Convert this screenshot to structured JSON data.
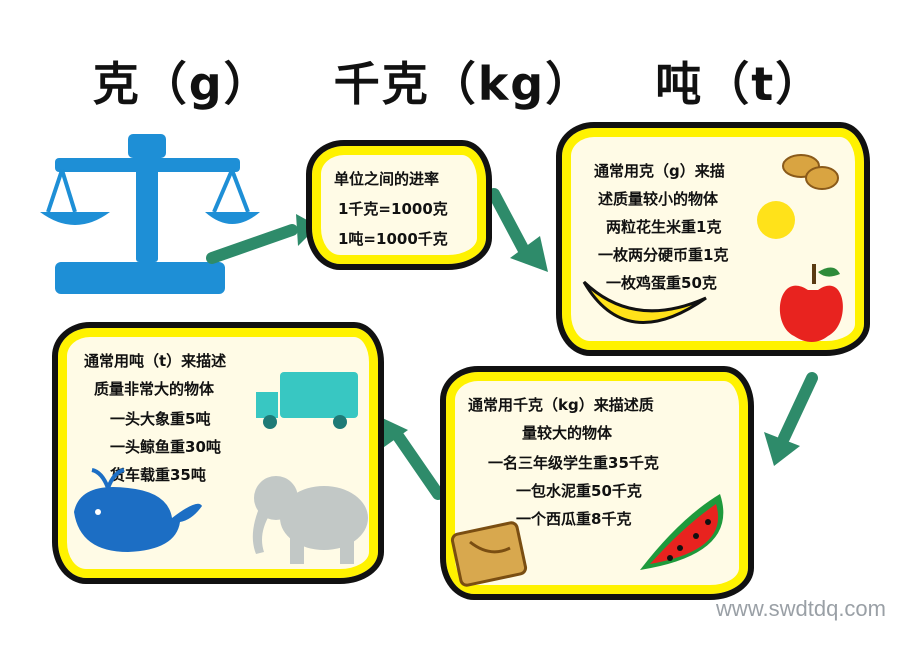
{
  "title": {
    "part1": "克（g）",
    "part2": "千克（kg）",
    "part3": "吨（t）"
  },
  "box_conversion": {
    "line1": "单位之间的进率",
    "line2": "1千克=1000克",
    "line3": "1吨=1000千克"
  },
  "box_gram": {
    "line1": "通常用克（g）来描",
    "line2": "述质量较小的物体",
    "line3": "两粒花生米重1克",
    "line4": "一枚两分硬币重1克",
    "line5": "一枚鸡蛋重50克"
  },
  "box_kilogram": {
    "line1": "通常用千克（kg）来描述质",
    "line2": "量较大的物体",
    "line3": "一名三年级学生重35千克",
    "line4": "一包水泥重50千克",
    "line5": "一个西瓜重8千克"
  },
  "box_ton": {
    "line1": "通常用吨（t）来描述",
    "line2": "质量非常大的物体",
    "line3": "一头大象重5吨",
    "line4": "一头鲸鱼重30吨",
    "line5": "货车载重35吨"
  },
  "watermark": "www.swdtdq.com",
  "colors": {
    "scale": "#1e8fd6",
    "arrow": "#2e8b6a",
    "frame_yellow": "#fff200",
    "apple": "#e8231f",
    "banana": "#ffe21a",
    "truck": "#38c7c2",
    "whale": "#1c6ec4",
    "elephant": "#c2c8c6",
    "watermelon": "#1e9a3c"
  },
  "icons": [
    "balance-scale-icon",
    "arrow-icon",
    "peanut-icon",
    "coin-icon",
    "apple-icon",
    "banana-icon",
    "truck-icon",
    "whale-icon",
    "elephant-icon",
    "watermelon-icon",
    "cement-bag-icon"
  ]
}
